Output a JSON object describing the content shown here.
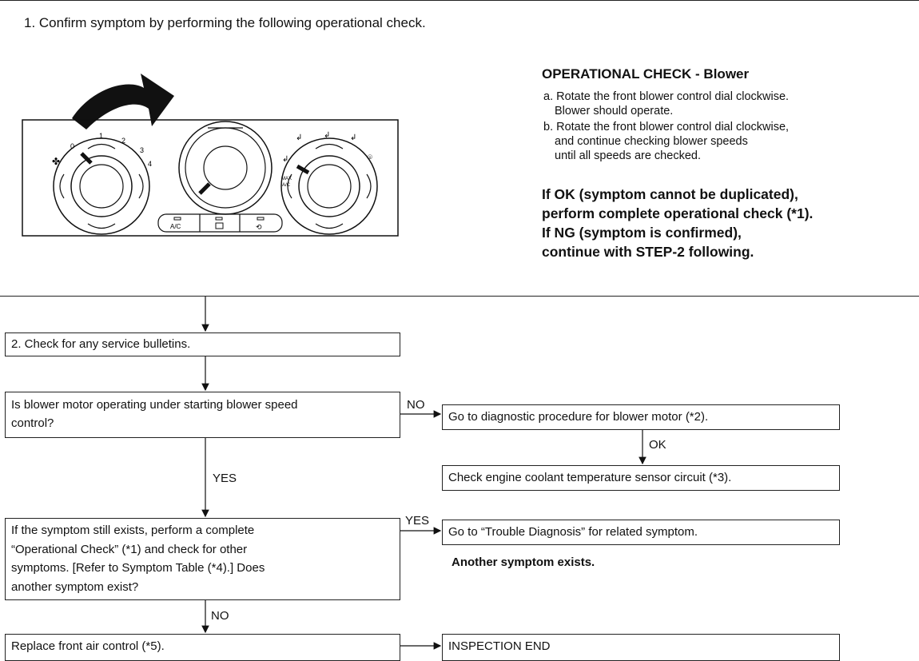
{
  "step1": {
    "title": "1. Confirm symptom by performing the following operational check.",
    "op_check_title": "OPERATIONAL CHECK - Blower",
    "op_lines": [
      "a. Rotate the front blower control dial clockwise.",
      "Blower should operate.",
      "b. Rotate the front blower control dial clockwise,",
      "and continue checking blower speeds",
      "until all speeds are checked."
    ],
    "result_lines": [
      "If OK (symptom cannot be duplicated),",
      "perform complete operational check (*1).",
      "If NG (symptom is confirmed),",
      "continue with STEP-2 following."
    ],
    "panel": {
      "fan_speeds": [
        "0",
        "1",
        "2",
        "3",
        "4"
      ],
      "button_labels": [
        "A/C",
        "",
        ""
      ],
      "mode_labels": [
        "MAX",
        "A/C"
      ]
    }
  },
  "step2": {
    "text": "2. Check for any service bulletins."
  },
  "q1": {
    "lines": [
      "Is blower motor operating under starting blower speed",
      "control?"
    ],
    "no_label": "NO",
    "yes_label": "YES"
  },
  "diag": {
    "text": "Go to diagnostic procedure for blower motor (*2).",
    "ok_label": "OK",
    "coolant": "Check engine coolant temperature sensor circuit (*3)."
  },
  "q2": {
    "lines": [
      "If the symptom still exists, perform a complete",
      "“Operational Check” (*1) and check for other",
      "symptoms. [Refer to Symptom Table (*4).]  Does",
      "another symptom exist?"
    ],
    "yes_label": "YES",
    "no_label": "NO"
  },
  "trouble": {
    "text": "Go to “Trouble Diagnosis” for related symptom.",
    "another": "Another symptom exists."
  },
  "replace": {
    "text": "Replace front air control (*5)."
  },
  "end": {
    "text": "INSPECTION END"
  }
}
